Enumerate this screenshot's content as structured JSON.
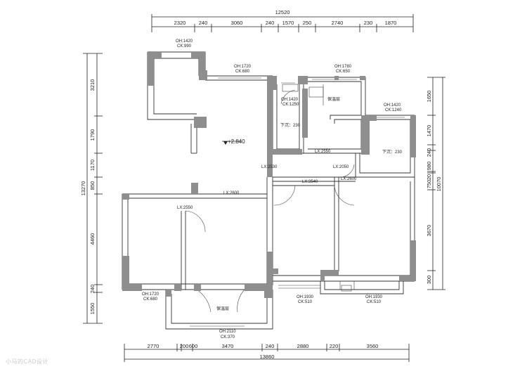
{
  "dims_top": {
    "total": "12520",
    "segments": [
      "2320",
      "240",
      "3060",
      "240",
      "1570",
      "250",
      "2740",
      "230",
      "1870"
    ]
  },
  "dims_bottom": {
    "total": "13860",
    "segments": [
      "2770",
      "200",
      "600",
      "3470",
      "240",
      "2880",
      "220",
      "3560"
    ]
  },
  "dims_left": {
    "total": "13270",
    "segments": [
      "3210",
      "1790",
      "1170",
      "850",
      "4460",
      "240",
      "1550"
    ]
  },
  "dims_right": {
    "total": "10070",
    "segments": [
      "1650",
      "1470",
      "240",
      "980",
      "20",
      "750",
      "3670",
      "300"
    ]
  },
  "labels": {
    "w1_oh": "OH:1420",
    "w1_ck": "CK:990",
    "w2_oh": "OH:1720",
    "w2_ck": "CK:680",
    "w3_oh": "OH:1780",
    "w3_ck": "CK:650",
    "w4_oh": "OH:1420",
    "w4_ck": "CK:1250",
    "w5_oh": "OH:1420",
    "w5_ck": "CK:1240",
    "w6_oh": "OH:1720",
    "w6_ck": "CK:680",
    "w7_oh": "OH:1930",
    "w7_ck": "CK:510",
    "w8_oh": "OH:1930",
    "w8_ck": "CK:510",
    "w9_oh": "OH:2110",
    "w9_ck": "CK:370",
    "baowen_1": "保温层",
    "baowen_2": "保温层",
    "xiachen_1": "下沉：230",
    "xiachen_2": "下沉：230",
    "elevation": "+2.840",
    "lx_2550_a": "LX:2550",
    "lx_2530": "LX:2530",
    "lx_2050": "LX:2050",
    "lx_3540": "LX:3540",
    "lx_2600_a": "LX:2600",
    "lx_2600_b": "LX:2600",
    "lx_2550_b": "LX:2550"
  },
  "watermark": "小马的CAD设计"
}
